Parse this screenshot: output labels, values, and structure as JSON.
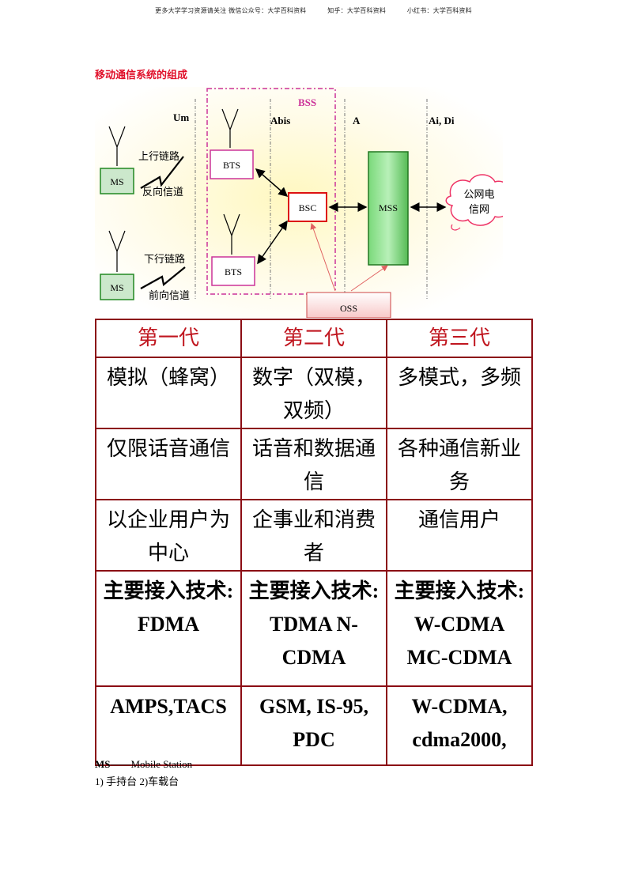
{
  "header": {
    "part1": "更多大学学习资源请关注 微信公众号：大学百科资料",
    "part2": "知乎：大学百科资料",
    "part3": "小红书：大学百科资料"
  },
  "section_title": "移动通信系统的组成",
  "diagram": {
    "bss": "BSS",
    "um": "Um",
    "abis": "Abis",
    "a": "A",
    "ai_di": "Ai, Di",
    "uplink": "上行链路",
    "reverse_channel": "反向信道",
    "downlink": "下行链路",
    "forward_channel": "前向信道",
    "ms": "MS",
    "bts": "BTS",
    "bsc": "BSC",
    "mss": "MSS",
    "oss": "OSS",
    "pstn_line1": "公网电",
    "pstn_line2": "信网",
    "colors": {
      "accent_red": "#e0102a",
      "bss_box": "#cc3399",
      "ms_fill": "#cce8cc",
      "mss_fill": "#5cc65c"
    }
  },
  "table": {
    "headers": [
      "第一代",
      "第二代",
      "第三代"
    ],
    "rows": [
      [
        "模拟（蜂窝）",
        "数字（双模，双频）",
        "多模式，多频"
      ],
      [
        "仅限话音通信",
        "话音和数据通信",
        "各种通信新业务"
      ],
      [
        "以企业用户为中心",
        "企事业和消费者",
        "通信用户"
      ],
      [
        "主要接入技术: FDMA",
        "主要接入技术: TDMA N-CDMA",
        "主要接入技术: W-CDMA MC-CDMA"
      ],
      [
        "AMPS,TACS",
        "GSM, IS-95, PDC",
        "W-CDMA, cdma2000,"
      ]
    ],
    "border_color": "#8b0d14",
    "header_color": "#c0161f"
  },
  "footnote": {
    "abbr": "MS",
    "dash": "——",
    "meaning": "Mobile Station",
    "list": "1)  手持台 2)车载台"
  }
}
